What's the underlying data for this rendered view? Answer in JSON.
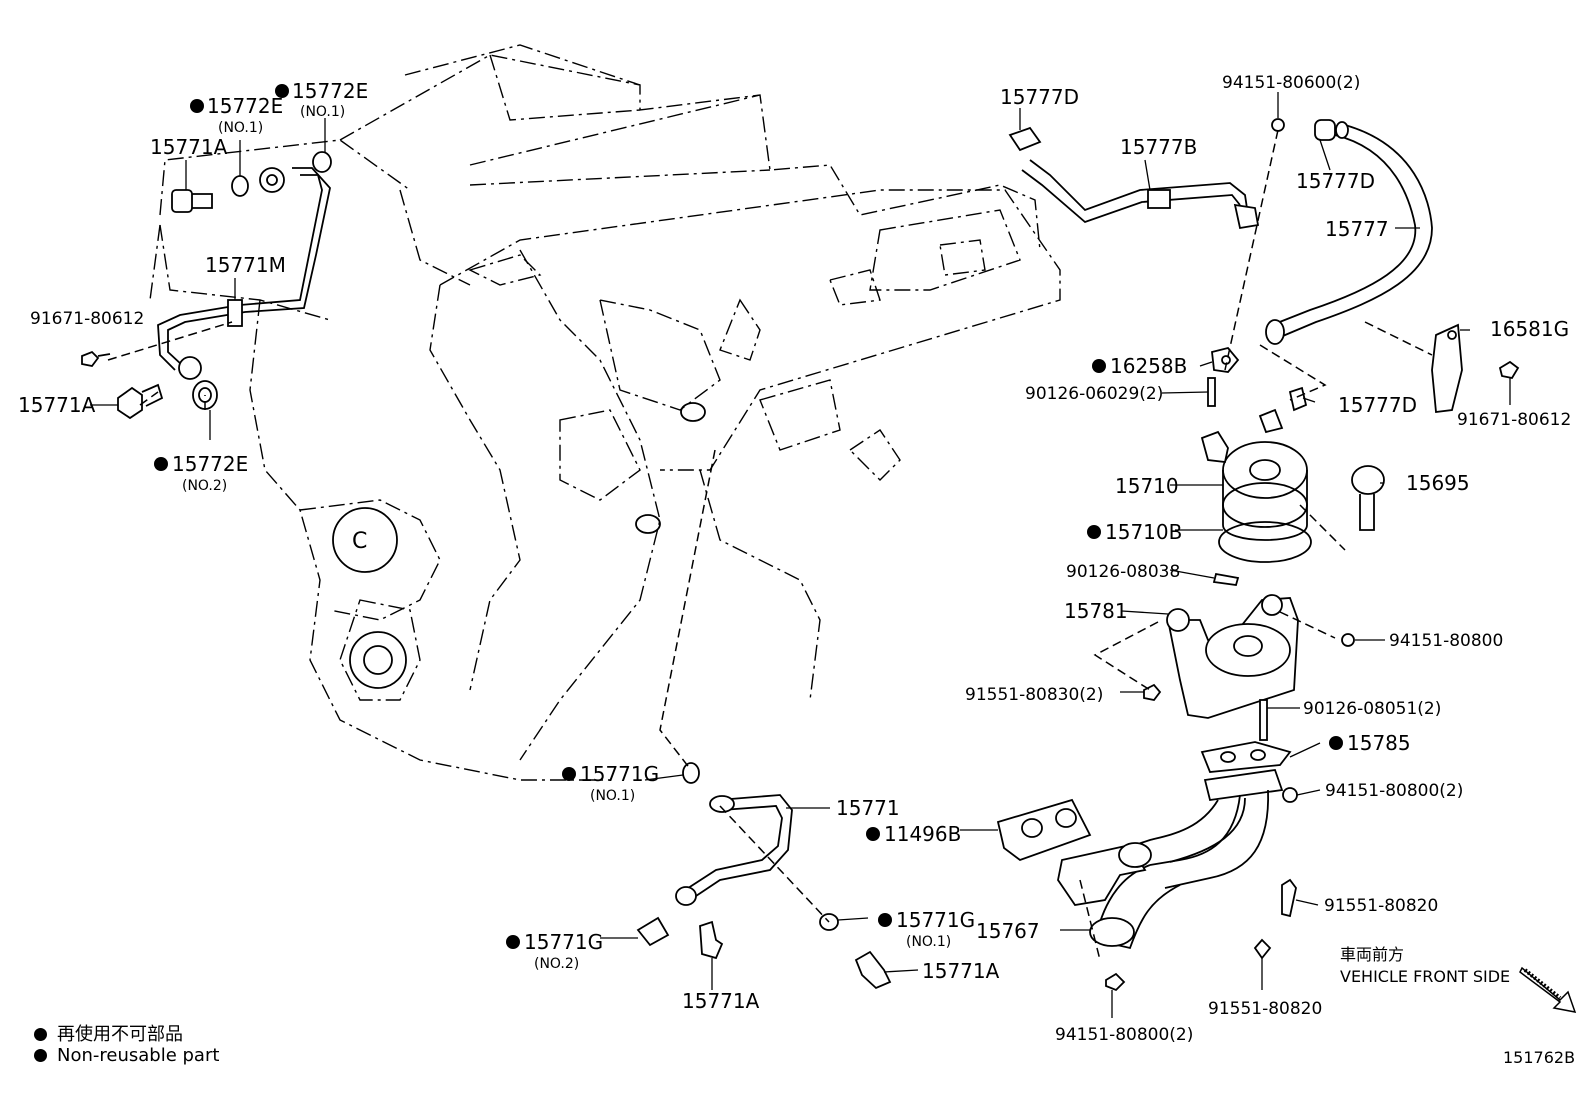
{
  "parts": {
    "p15772E_top": {
      "code": "15772E",
      "note": "(NO.1)"
    },
    "p15772E_mid": {
      "code": "15772E",
      "note": "(NO.1)"
    },
    "p15771A_top": {
      "code": "15771A"
    },
    "p15771M": {
      "code": "15771M"
    },
    "p91671_left": {
      "code": "91671-80612"
    },
    "p15771A_left": {
      "code": "15771A"
    },
    "p15772E_no2": {
      "code": "15772E",
      "note": "(NO.2)"
    },
    "p15777D_top": {
      "code": "15777D"
    },
    "p94151_80600": {
      "code": "94151-80600(2)"
    },
    "p15777B": {
      "code": "15777B"
    },
    "p15777D_right": {
      "code": "15777D"
    },
    "p15777": {
      "code": "15777"
    },
    "p16581G": {
      "code": "16581G"
    },
    "p16258B": {
      "code": "16258B"
    },
    "p90126_06029": {
      "code": "90126-06029(2)"
    },
    "p15777D_low": {
      "code": "15777D"
    },
    "p91671_right": {
      "code": "91671-80612"
    },
    "p15710": {
      "code": "15710"
    },
    "p15695": {
      "code": "15695"
    },
    "p15710B": {
      "code": "15710B"
    },
    "p90126_08038": {
      "code": "90126-08038"
    },
    "p15781": {
      "code": "15781"
    },
    "p94151_80800_a": {
      "code": "94151-80800"
    },
    "p91551_80830": {
      "code": "91551-80830(2)"
    },
    "p90126_08051": {
      "code": "90126-08051(2)"
    },
    "p15785": {
      "code": "15785"
    },
    "p94151_80800_b": {
      "code": "94151-80800(2)"
    },
    "p15771G_no1_a": {
      "code": "15771G",
      "note": "(NO.1)"
    },
    "p15771": {
      "code": "15771"
    },
    "p11496B": {
      "code": "11496B"
    },
    "p91551_80820_a": {
      "code": "91551-80820"
    },
    "p15771G_no1_b": {
      "code": "15771G",
      "note": "(NO.1)"
    },
    "p15767": {
      "code": "15767"
    },
    "p15771G_no2": {
      "code": "15771G",
      "note": "(NO.2)"
    },
    "p15771A_mid": {
      "code": "15771A"
    },
    "p15771A_bottom": {
      "code": "15771A"
    },
    "p91551_80820_b": {
      "code": "91551-80820"
    },
    "p94151_80800_c": {
      "code": "94151-80800(2)"
    }
  },
  "legend": {
    "jp": "再使用不可部品",
    "en": "Non-reusable part"
  },
  "front_side": {
    "jp": "車両前方",
    "en": "VEHICLE FRONT SIDE"
  },
  "diagram_id": "151762B"
}
